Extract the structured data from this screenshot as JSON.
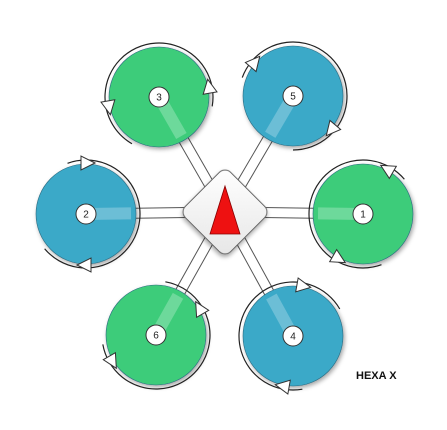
{
  "frame": {
    "title": "HEXA X",
    "heading_indicator_color": "#ee1111"
  },
  "colors": {
    "cw": "#3aa9c8",
    "ccw": "#3dcc7a",
    "arm": "#ffffff",
    "arm_stroke": "#555555"
  },
  "motors": [
    {
      "number": "1",
      "rotation": "ccw",
      "color": "#3dcc7a"
    },
    {
      "number": "2",
      "rotation": "cw",
      "color": "#3aa9c8"
    },
    {
      "number": "3",
      "rotation": "ccw",
      "color": "#3dcc7a"
    },
    {
      "number": "4",
      "rotation": "cw",
      "color": "#3aa9c8"
    },
    {
      "number": "5",
      "rotation": "cw",
      "color": "#3aa9c8"
    },
    {
      "number": "6",
      "rotation": "ccw",
      "color": "#3dcc7a"
    }
  ]
}
